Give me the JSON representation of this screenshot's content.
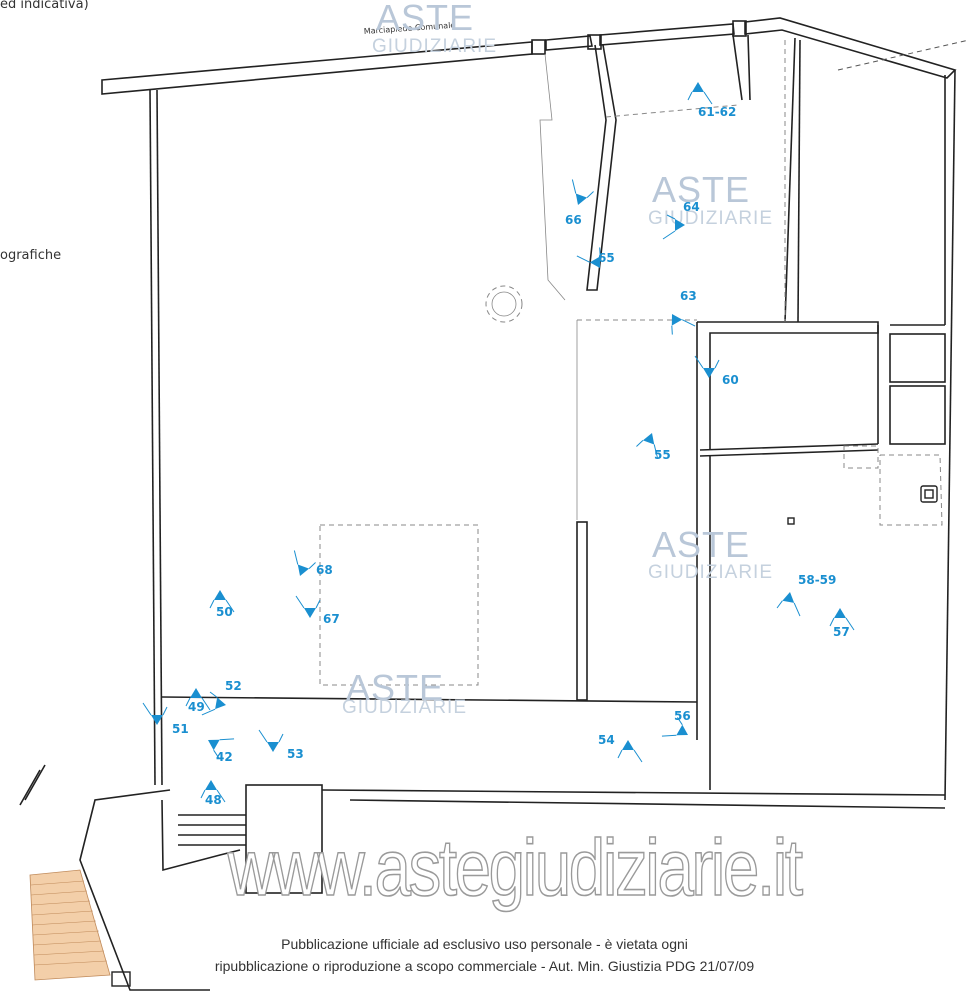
{
  "document": {
    "top_left_text": "ed indicativa)",
    "left_text": "ografiche",
    "street_label": "Marciapiede Comunale"
  },
  "watermark": {
    "brand_top": "ASTE",
    "brand_bottom": "GIUDIZIARIE",
    "url": "www.astegiudiziarie.it"
  },
  "footer": {
    "line1": "Pubblicazione ufficiale ad esclusivo uso personale - è vietata ogni",
    "line2": "ripubblicazione o riproduzione a scopo commerciale - Aut. Min. Giustizia PDG 21/07/09"
  },
  "photo_markers": [
    "61-62",
    "64",
    "66",
    "65",
    "63",
    "60",
    "55",
    "68",
    "50",
    "67",
    "58-59",
    "57",
    "52",
    "49",
    "51",
    "42",
    "53",
    "48",
    "54",
    "56"
  ],
  "colors": {
    "marker_blue": "#1a8fd0",
    "wall": "#222222",
    "watermark": "#b9c7d8"
  }
}
